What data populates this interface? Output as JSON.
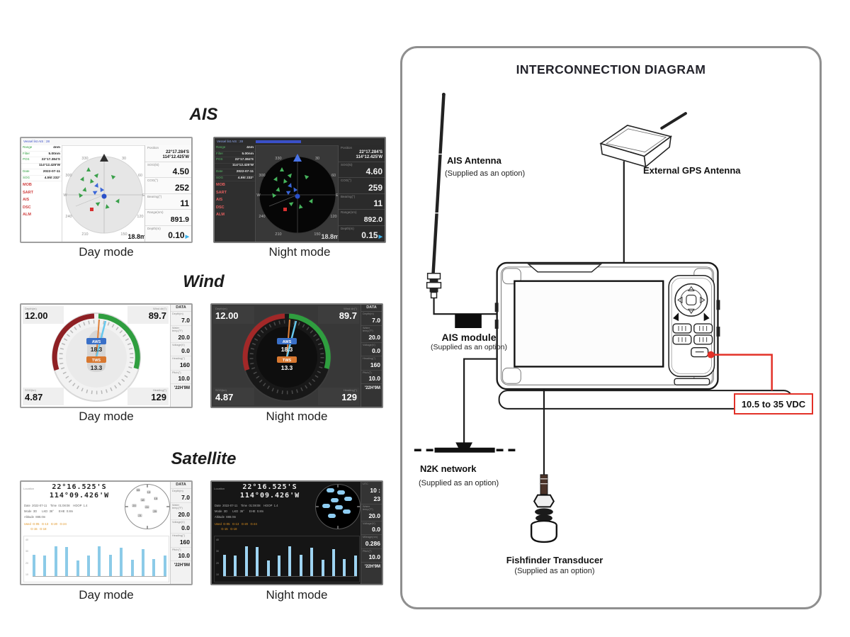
{
  "headings": {
    "ais": "AIS",
    "wind": "Wind",
    "satellite": "Satellite",
    "day": "Day mode",
    "night": "Night mode"
  },
  "diagram": {
    "title": "INTERCONNECTION DIAGRAM",
    "ais_antenna": {
      "label": "AIS Antenna",
      "note": "(Supplied as an option)"
    },
    "gps_antenna": {
      "label": "External GPS Antenna"
    },
    "ais_module": {
      "label": "AIS module",
      "note": "(Supplied as an option)"
    },
    "n2k": {
      "label": "N2K network",
      "note": "(Supplied as an option)"
    },
    "transducer": {
      "label": "Fishfinder Transducer",
      "note": "(Supplied as an option)"
    },
    "power": {
      "label": "10.5 to 35 VDC"
    },
    "colors": {
      "red": "#e33128",
      "line": "#1a1a1a",
      "panel_border": "#8f8f8f"
    }
  },
  "ais": {
    "topbar": "Vessel list  AIS : 28",
    "sidebar_rows": [
      {
        "l": "Range",
        "v": "4nm"
      },
      {
        "l": "Filter",
        "v": "5.00nm"
      },
      {
        "l": "POS",
        "v": "22°17.384'S"
      },
      {
        "l": "",
        "v": "114°12.425'W"
      },
      {
        "l": "Date",
        "v": "2022-07-11"
      },
      {
        "l": "SOG",
        "v": "4.5kt  232°"
      }
    ],
    "alarms": [
      "MOB",
      "SART",
      "AIS",
      "DSC",
      "ALM"
    ],
    "ticks": [
      "330",
      "30",
      "300",
      "60",
      "W",
      "E",
      "240",
      "120",
      "210",
      "150"
    ],
    "scale": "18.8m",
    "panel_day": {
      "rows": [
        {
          "l": "Position",
          "v": "22°17.284'S\n114°12.425'W",
          "cls": "pos"
        },
        {
          "l": "SOG(kt)",
          "v": "4.50"
        },
        {
          "l": "COG(°)",
          "v": "252"
        },
        {
          "l": "Bearing(°)",
          "v": "11"
        },
        {
          "l": "Range(nm)",
          "v": "891.9",
          "cls": "mid"
        },
        {
          "l": "Depth(m)",
          "v": "0.10",
          "cls": "play"
        }
      ]
    },
    "panel_night": {
      "rows": [
        {
          "l": "Position",
          "v": "22°17.284'S\n114°12.425'W",
          "cls": "pos"
        },
        {
          "l": "SOG(kt)",
          "v": "4.60"
        },
        {
          "l": "COG(°)",
          "v": "259"
        },
        {
          "l": "Bearing(°)",
          "v": "11"
        },
        {
          "l": "Range(nm)",
          "v": "892.0",
          "cls": "mid"
        },
        {
          "l": "Depth(m)",
          "v": "0.15",
          "cls": "play"
        }
      ]
    }
  },
  "wind": {
    "tl_label": "Depth(m)",
    "tl": "12.00",
    "tr_label": "Wind dir(°)",
    "tr": "89.7",
    "bl_label": "SOG(kn)",
    "bl": "4.87",
    "br_label": "Heading(°)",
    "br": "129",
    "aws_label": "AWS",
    "aws": "18.3",
    "tws_label": "TWS",
    "tws": "13.3",
    "panel": {
      "header": "DATA",
      "rows": [
        {
          "l": "Depth(m)",
          "v": "7.0"
        },
        {
          "l": "Water temp(°F)",
          "v": "20.0"
        },
        {
          "l": "Voltage(V)",
          "v": "0.0"
        },
        {
          "l": "Heading(°)",
          "v": "160"
        },
        {
          "l": "Pitch(°)",
          "v": "10.0"
        }
      ],
      "footer": "'22H'9M"
    }
  },
  "satellite": {
    "location_label": "Location",
    "lat": "22°16.525'S",
    "lon": "114°09.426'W",
    "info": [
      "Date  2022-07-11    Time  01:08:08    HDOP  1.4",
      "Mode  3D      LKD  36°      EHE  0.8m",
      "Altitude  888.0m"
    ],
    "orange": [
      "Used  G-05   G-13   G-20   G-24",
      "        G-15   G-18"
    ],
    "yticks": [
      "40",
      "30",
      "20",
      "10"
    ],
    "bars": [
      58,
      55,
      80,
      78,
      42,
      55,
      80,
      58,
      76,
      44,
      74,
      46,
      55
    ],
    "chips": [
      "05",
      "13",
      "15",
      "18",
      "20",
      "24",
      "29",
      "21"
    ],
    "panel_day": {
      "header": "DATA",
      "rows": [
        {
          "l": "Depth(m)",
          "v": "7.0"
        },
        {
          "l": "Water temp(°F)",
          "v": "20.0"
        },
        {
          "l": "Voltage(V)",
          "v": "0.0"
        },
        {
          "l": "Heading(°)",
          "v": "160"
        },
        {
          "l": "Pitch(°)",
          "v": "10.0"
        }
      ],
      "footer": "'22H'9M"
    },
    "panel_night": {
      "rows": [
        {
          "l": "UTC",
          "v": "10 : 23"
        },
        {
          "l": "Water temp(°F)",
          "v": "20.0"
        },
        {
          "l": "Voltage(V)",
          "v": "0.0"
        },
        {
          "l": "Mileage(nm)",
          "v": "0.286"
        },
        {
          "l": "Pitch(°)",
          "v": "10.0"
        }
      ],
      "footer": "'22H'9M"
    }
  }
}
